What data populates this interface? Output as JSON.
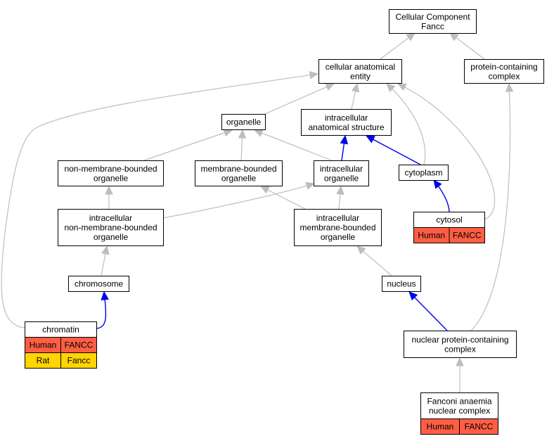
{
  "colors": {
    "human": "#ff5e45",
    "rat": "#ffd400",
    "is_a_edge": "#bdbdbd",
    "part_of_edge": "#0000ee"
  },
  "nodes": {
    "root": {
      "lines": [
        "Cellular Component",
        "Fancc"
      ]
    },
    "cae": {
      "lines": [
        "cellular anatomical",
        "entity"
      ]
    },
    "pcc": {
      "lines": [
        "protein-containing",
        "complex"
      ]
    },
    "organelle": {
      "lines": [
        "organelle"
      ]
    },
    "ias": {
      "lines": [
        "intracellular",
        "anatomical structure"
      ]
    },
    "nmbo": {
      "lines": [
        "non-membrane-bounded",
        "organelle"
      ]
    },
    "mbo": {
      "lines": [
        "membrane-bounded",
        "organelle"
      ]
    },
    "io": {
      "lines": [
        "intracellular",
        "organelle"
      ]
    },
    "cytoplasm": {
      "lines": [
        "cytoplasm"
      ]
    },
    "inmbo": {
      "lines": [
        "intracellular",
        "non-membrane-bounded",
        "organelle"
      ]
    },
    "imbo": {
      "lines": [
        "intracellular",
        "membrane-bounded",
        "organelle"
      ]
    },
    "cytosol": {
      "lines": [
        "cytosol"
      ],
      "annotations": [
        [
          "Human",
          "FANCC"
        ]
      ]
    },
    "chromosome": {
      "lines": [
        "chromosome"
      ]
    },
    "nucleus": {
      "lines": [
        "nucleus"
      ]
    },
    "chromatin": {
      "lines": [
        "chromatin"
      ],
      "annotations": [
        [
          "Human",
          "FANCC"
        ],
        [
          "Rat",
          "Fancc"
        ]
      ]
    },
    "npcc": {
      "lines": [
        "nuclear protein-containing",
        "complex"
      ]
    },
    "fanc": {
      "lines": [
        "Fanconi anaemia",
        "nuclear complex"
      ],
      "annotations": [
        [
          "Human",
          "FANCC"
        ]
      ]
    }
  },
  "edges": [
    {
      "from": "cae",
      "to": "root",
      "type": "is_a"
    },
    {
      "from": "pcc",
      "to": "root",
      "type": "is_a"
    },
    {
      "from": "organelle",
      "to": "cae",
      "type": "is_a"
    },
    {
      "from": "ias",
      "to": "cae",
      "type": "is_a"
    },
    {
      "from": "cytoplasm",
      "to": "cae",
      "type": "is_a"
    },
    {
      "from": "cytosol",
      "to": "cae",
      "type": "is_a"
    },
    {
      "from": "chromatin",
      "to": "cae",
      "type": "is_a"
    },
    {
      "from": "nmbo",
      "to": "organelle",
      "type": "is_a"
    },
    {
      "from": "mbo",
      "to": "organelle",
      "type": "is_a"
    },
    {
      "from": "io",
      "to": "organelle",
      "type": "is_a"
    },
    {
      "from": "io",
      "to": "ias",
      "type": "part_of"
    },
    {
      "from": "cytoplasm",
      "to": "ias",
      "type": "part_of"
    },
    {
      "from": "inmbo",
      "to": "nmbo",
      "type": "is_a"
    },
    {
      "from": "inmbo",
      "to": "io",
      "type": "is_a"
    },
    {
      "from": "imbo",
      "to": "mbo",
      "type": "is_a"
    },
    {
      "from": "imbo",
      "to": "io",
      "type": "is_a"
    },
    {
      "from": "cytosol",
      "to": "cytoplasm",
      "type": "part_of"
    },
    {
      "from": "chromosome",
      "to": "inmbo",
      "type": "is_a"
    },
    {
      "from": "nucleus",
      "to": "imbo",
      "type": "is_a"
    },
    {
      "from": "chromatin",
      "to": "chromosome",
      "type": "part_of"
    },
    {
      "from": "npcc",
      "to": "nucleus",
      "type": "part_of"
    },
    {
      "from": "npcc",
      "to": "pcc",
      "type": "is_a"
    },
    {
      "from": "fanc",
      "to": "npcc",
      "type": "is_a"
    }
  ]
}
